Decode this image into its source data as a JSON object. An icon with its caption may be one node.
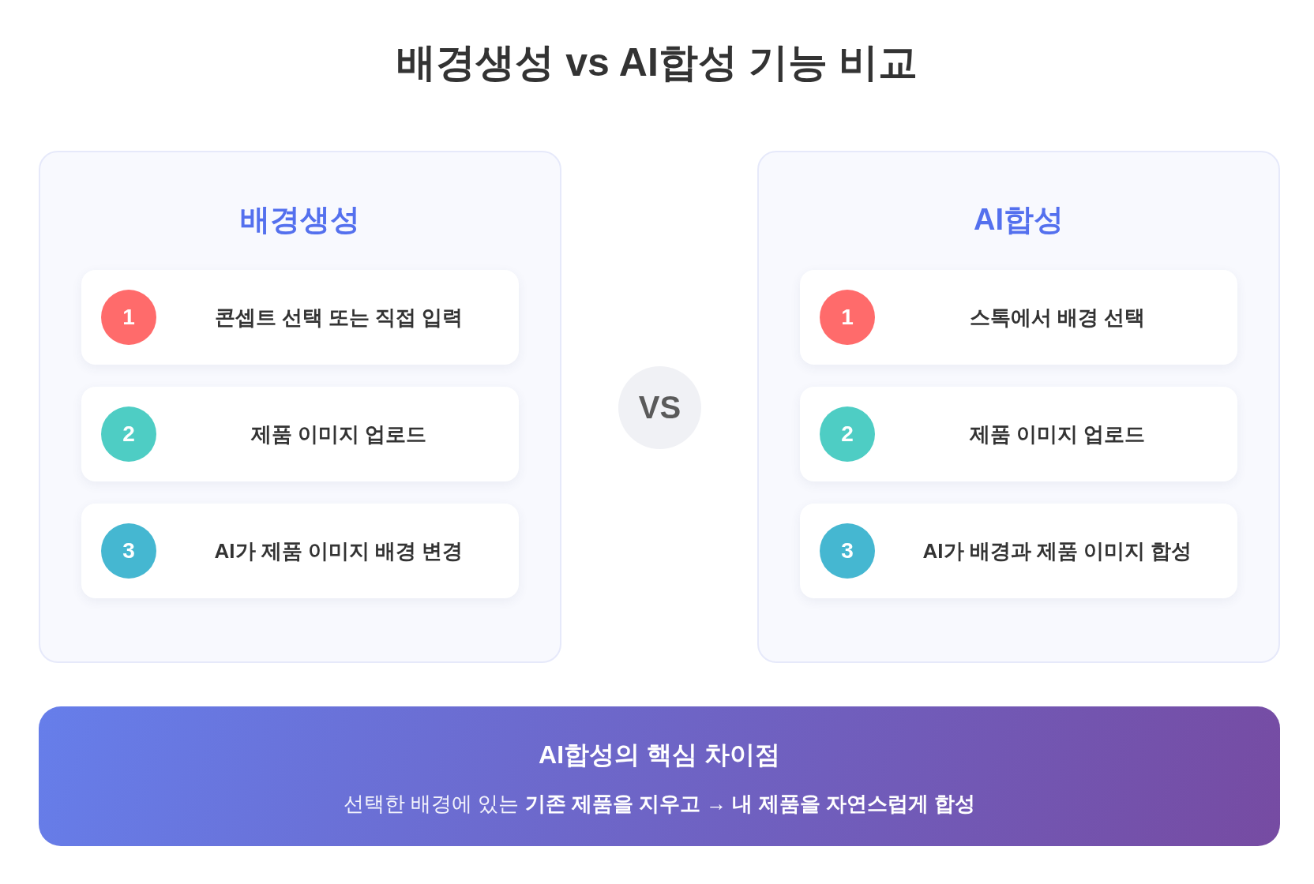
{
  "diagram": {
    "title": "배경생성 vs AI합성 기능 비교",
    "nodes": [
      {
        "text": [
          "배경생성"
        ]
      },
      {
        "text": [
          "콘셉트 선택 또는 직접 입력"
        ],
        "in": 0
      },
      {
        "text": [
          "1"
        ],
        "in": 1
      },
      {
        "text": [
          "제품 이미지 업로드"
        ],
        "in": 0
      },
      {
        "text": [
          "2"
        ],
        "in": 3
      },
      {
        "text": [
          "AI가 제품 이미지 배경 변경"
        ],
        "in": 0
      },
      {
        "text": [
          "3"
        ],
        "in": 5
      },
      {
        "text": [
          "VS"
        ]
      },
      {
        "text": [
          "AI합성"
        ]
      },
      {
        "text": [
          "스톡에서 배경 선택"
        ],
        "in": 8
      },
      {
        "text": [
          "1"
        ],
        "in": 9
      },
      {
        "text": [
          "제품 이미지 업로드"
        ],
        "in": 8
      },
      {
        "text": [
          "2"
        ],
        "in": 11
      },
      {
        "text": [
          "AI가 배경과 제품 이미지 합성"
        ],
        "in": 8
      },
      {
        "text": [
          "3"
        ],
        "in": 13
      },
      {
        "text": [
          "AI합성의 핵심 차이점",
          "선택한 배경에 있는 **기존 제품을 지우고 → 내 제품을 자연스럽게 합성**"
        ]
      }
    ]
  }
}
